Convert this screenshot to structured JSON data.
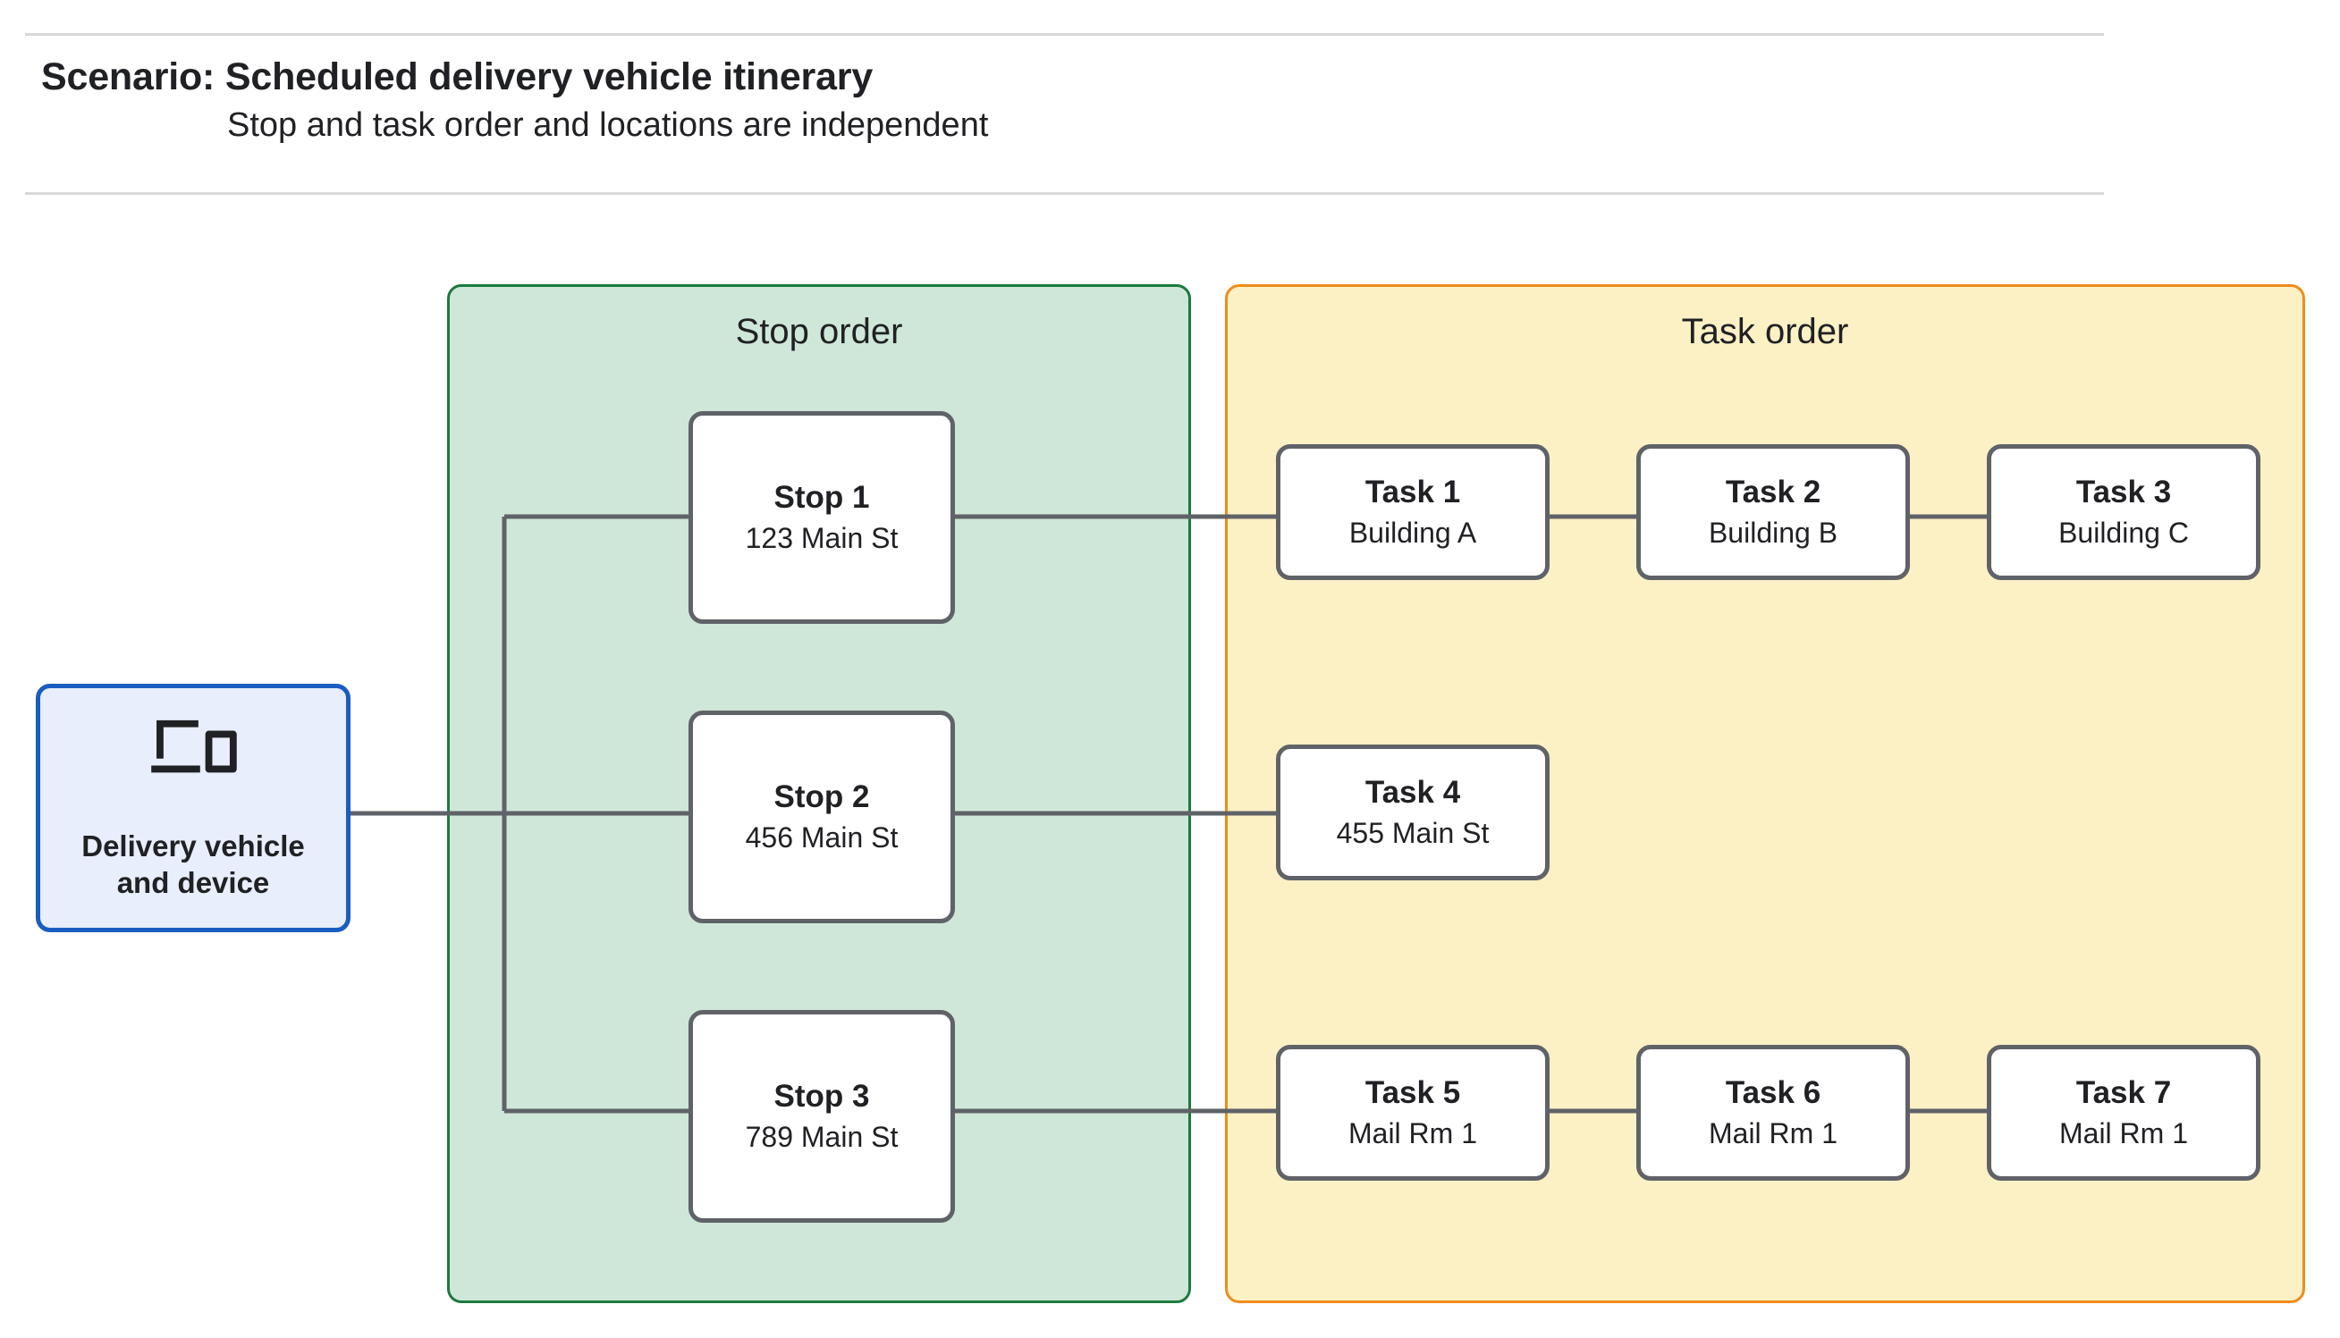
{
  "header": {
    "title": "Scenario: Scheduled delivery vehicle itinerary",
    "subtitle": "Stop and task order and locations are independent"
  },
  "vehicle": {
    "label": "Delivery vehicle\nand device",
    "icon": "laptop-and-phone-icon",
    "border_color": "#1a5cc0",
    "fill_color": "#e8eefb"
  },
  "groups": {
    "stop_order": {
      "title": "Stop order",
      "fill_color": "#cfe7d8",
      "border_color": "#1b7a3e"
    },
    "task_order": {
      "title": "Task order",
      "fill_color": "#fcf0c5",
      "border_color": "#f08c1a"
    }
  },
  "stops": [
    {
      "title": "Stop 1",
      "location": "123 Main St"
    },
    {
      "title": "Stop 2",
      "location": "456 Main St"
    },
    {
      "title": "Stop 3",
      "location": "789 Main St"
    }
  ],
  "tasks": [
    {
      "title": "Task 1",
      "location": "Building A"
    },
    {
      "title": "Task 2",
      "location": "Building B"
    },
    {
      "title": "Task 3",
      "location": "Building C"
    },
    {
      "title": "Task 4",
      "location": "455 Main St"
    },
    {
      "title": "Task 5",
      "location": "Mail Rm 1"
    },
    {
      "title": "Task 6",
      "location": "Mail Rm 1"
    },
    {
      "title": "Task 7",
      "location": "Mail Rm 1"
    }
  ],
  "connectors": {
    "line_color": "#5f6368",
    "rows": [
      {
        "stop": "Stop 1",
        "tasks": [
          "Task 1",
          "Task 2",
          "Task 3"
        ]
      },
      {
        "stop": "Stop 2",
        "tasks": [
          "Task 4"
        ]
      },
      {
        "stop": "Stop 3",
        "tasks": [
          "Task 5",
          "Task 6",
          "Task 7"
        ]
      }
    ]
  }
}
